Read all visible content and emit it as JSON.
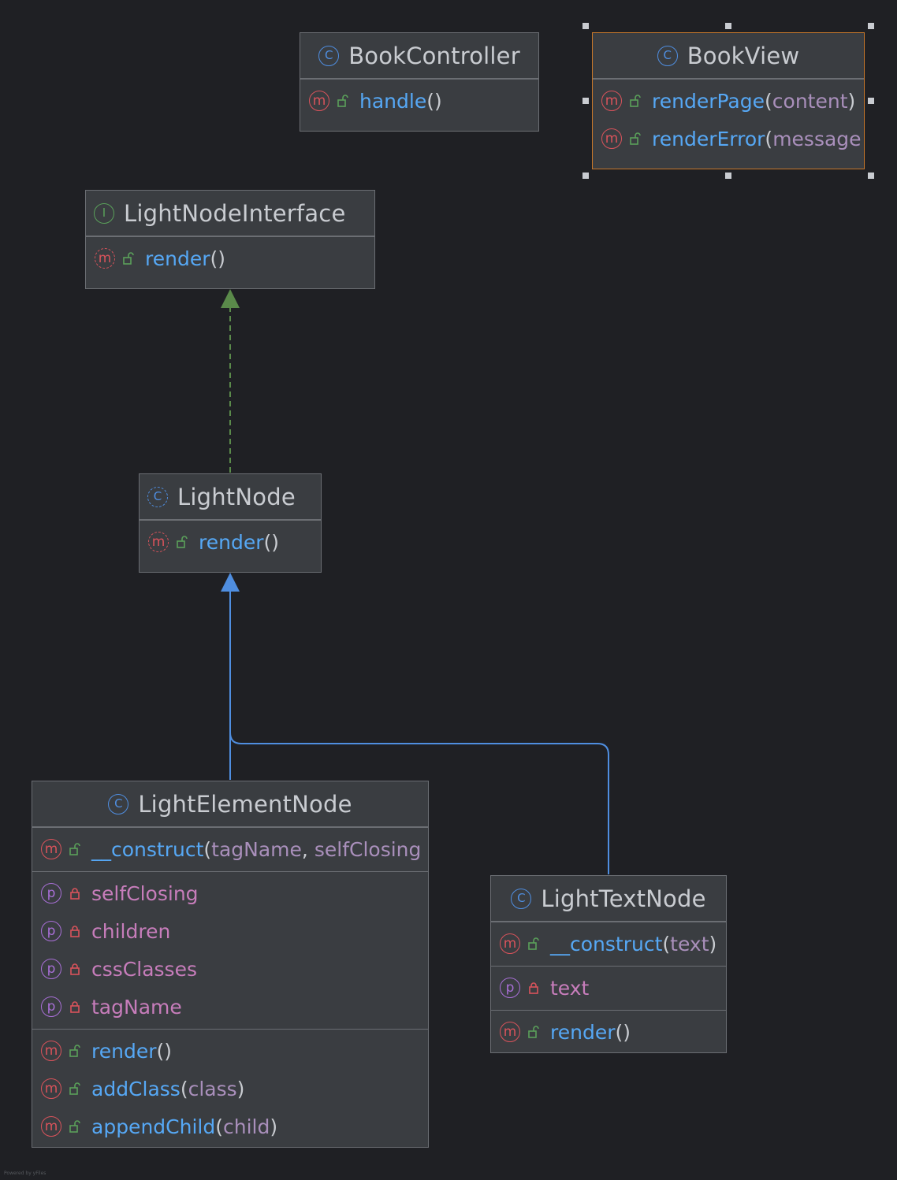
{
  "diagram": {
    "classes": {
      "book_controller": {
        "name": "BookController",
        "kind": "class",
        "methods": [
          {
            "name": "handle",
            "params": ""
          }
        ]
      },
      "book_view": {
        "name": "BookView",
        "kind": "class",
        "selected": true,
        "methods": [
          {
            "name": "renderPage",
            "params": "content",
            "close": ")"
          },
          {
            "name": "renderError",
            "params": "message",
            "close": ""
          }
        ]
      },
      "light_node_interface": {
        "name": "LightNodeInterface",
        "kind": "interface",
        "methods": [
          {
            "name": "render",
            "params": "",
            "abstract": true
          }
        ]
      },
      "light_node": {
        "name": "LightNode",
        "kind": "class",
        "methods": [
          {
            "name": "render",
            "params": "",
            "abstract": true
          }
        ]
      },
      "light_element_node": {
        "name": "LightElementNode",
        "kind": "class",
        "constructor": {
          "name": "__construct",
          "param1": "tagName",
          "sep": ",",
          "param2": "selfClosing"
        },
        "properties": [
          "selfClosing",
          "children",
          "cssClasses",
          "tagName"
        ],
        "methods": [
          {
            "name": "render",
            "params": ""
          },
          {
            "name": "addClass",
            "params": "class"
          },
          {
            "name": "appendChild",
            "params": "child"
          }
        ]
      },
      "light_text_node": {
        "name": "LightTextNode",
        "kind": "class",
        "constructor": {
          "name": "__construct",
          "params": "text"
        },
        "properties": [
          "text"
        ],
        "methods": [
          {
            "name": "render",
            "params": ""
          }
        ]
      }
    },
    "relations": [
      {
        "from": "LightNode",
        "to": "LightNodeInterface",
        "type": "implements"
      },
      {
        "from": "LightElementNode",
        "to": "LightNode",
        "type": "extends"
      },
      {
        "from": "LightTextNode",
        "to": "LightNode",
        "type": "extends"
      }
    ],
    "icons": {
      "class": "C",
      "interface": "I",
      "method": "m",
      "property": "p",
      "public": "open-lock-icon",
      "private": "closed-lock-icon"
    },
    "punct": {
      "open": "(",
      "close": ")",
      "empty": "()"
    },
    "footer": "Powered by yFiles",
    "colors": {
      "background": "#1f2024",
      "box": "#3a3d41",
      "box_border": "#6b6e73",
      "selection": "#c8782a",
      "method_name": "#56a8f5",
      "property_name": "#c77dbb",
      "param": "#a98fbb",
      "implements_arrow": "#5a8a4a",
      "extends_arrow": "#4f8ee0"
    }
  }
}
